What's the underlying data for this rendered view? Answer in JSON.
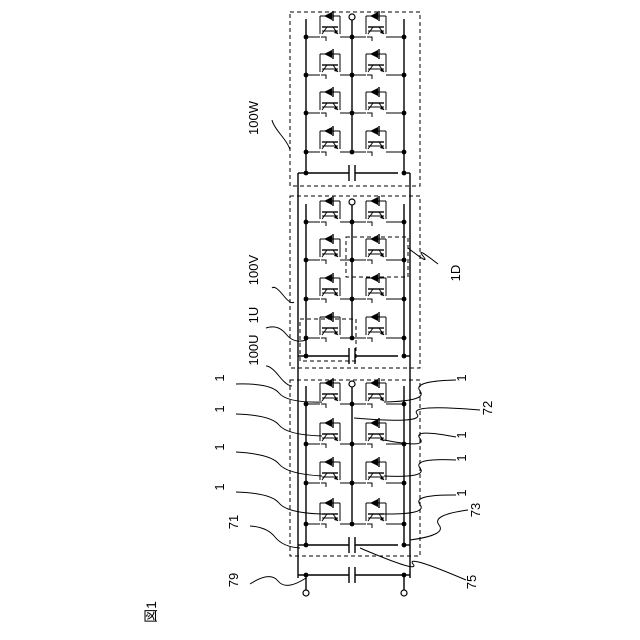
{
  "figure": {
    "label": "図1"
  },
  "modules": [
    {
      "id": "W",
      "label": "100W"
    },
    {
      "id": "V",
      "label": "100V"
    },
    {
      "id": "U",
      "label": "100U"
    }
  ],
  "labels": {
    "sub_1U": "1U",
    "sub_1D": "1D",
    "switch": "1",
    "ref_71": "71",
    "ref_72": "72",
    "ref_73": "73",
    "ref_75": "75",
    "ref_79": "79"
  },
  "switch_icon": "igbt-with-antiparallel-diode-icon",
  "capacitor_icon": "capacitor-icon"
}
